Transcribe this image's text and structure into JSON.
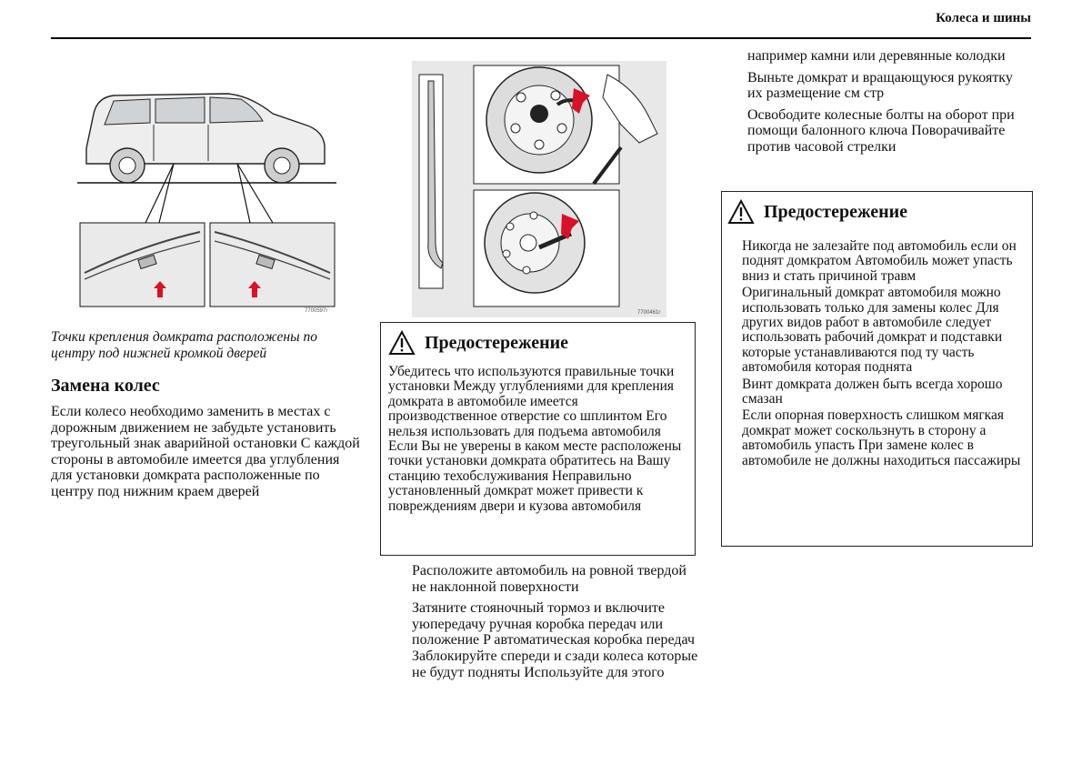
{
  "header": {
    "title": "Колеса и шины"
  },
  "figure_car": {
    "code": "7700597r"
  },
  "figure_wheel": {
    "code": "7700461r"
  },
  "caption": "Точки крепления домкрата расположены по центру под нижней кромкой дверей",
  "section": {
    "heading": "Замена колес",
    "body": "Если колесо необходимо заменить в местах с дорожным движением не забудьте установить треугольный знак аварийной остановки С каждой стороны в автомобиле имеется два углубления для установки домкрата расположенные по центру под нижним краем дверей"
  },
  "warning_middle": {
    "title": "Предостережение",
    "text": "Убедитесь что используются правильные точки установки Между углублениями для крепления домкрата в автомобиле имеется производственное отверстие со шплинтом Его нельзя использовать для подъема автомобиля Если Вы не уверены в каком месте расположены точки установки домкрата обратитесь на Вашу станцию техобслуживания Неправильно установленный домкрат может привести к повреждениям двери и кузова автомобиля"
  },
  "steps_middle": [
    "Расположите автомобиль на ровной твердой не наклонной поверхности",
    "Затяните стояночный тормоз и включите уюпередачу ручная коробка передач или положение P автоматическая коробка передач Заблокируйте спереди и сзади колеса которые не будут подняты Используйте для этого"
  ],
  "steps_right": [
    "например камни или деревянные колодки",
    "Выньте домкрат и вращающуюся рукоятку их размещение см стр",
    "Освободите колесные болты на оборот при помощи балонного ключа Поворачивайте против часовой стрелки"
  ],
  "warning_right": {
    "title": "Предостережение",
    "paragraphs": [
      "Никогда не залезайте под автомобиль если он поднят домкратом Автомобиль может упасть вниз и стать причиной травм",
      "Оригинальный домкрат автомобиля можно использовать только для замены колес Для других видов работ в автомобиле следует использовать рабочий домкрат и подставки которые устанавливаются под ту часть автомобиля которая поднята",
      "Винт домкрата должен быть всегда хорошо смазан",
      "Если опорная поверхность слишком мягкая домкрат может соскользнуть в сторону а автомобиль упасть При замене колес в автомобиле не должны находиться пассажиры"
    ]
  },
  "colors": {
    "arrow_red": "#d8102a",
    "text": "#111111",
    "figure_gray": "#e8e8e8"
  }
}
